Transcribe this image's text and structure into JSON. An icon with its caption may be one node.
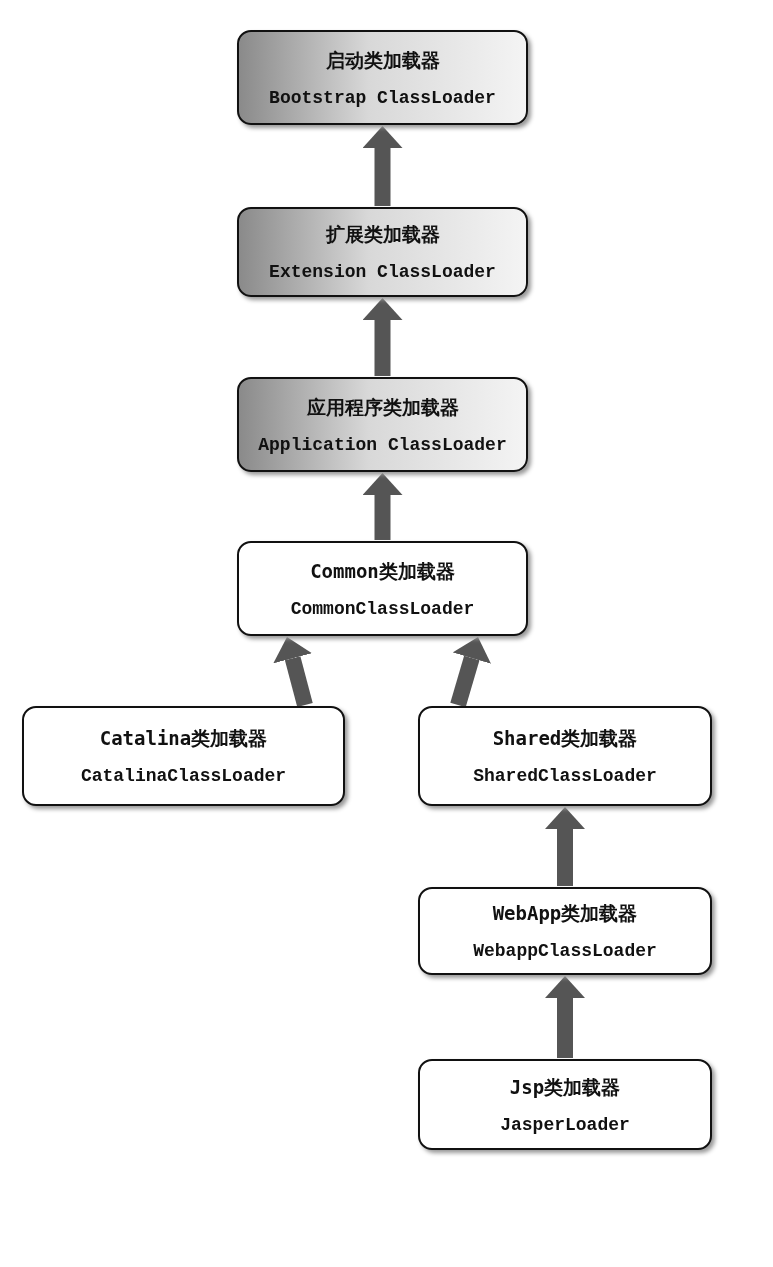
{
  "diagram": {
    "nodes": [
      {
        "text": [
          "启动类加载器",
          "Bootstrap ClassLoader"
        ]
      },
      {
        "text": [
          "扩展类加载器",
          "Extension ClassLoader"
        ]
      },
      {
        "text": [
          "应用程序类加载器",
          "Application ClassLoader"
        ]
      },
      {
        "text": [
          "Common类加载器",
          "CommonClassLoader"
        ]
      },
      {
        "text": [
          "Catalina类加载器",
          "CatalinaClassLoader"
        ]
      },
      {
        "text": [
          "Shared类加载器",
          "SharedClassLoader"
        ]
      },
      {
        "text": [
          "WebApp类加载器",
          "WebappClassLoader"
        ]
      },
      {
        "text": [
          "Jsp类加载器",
          "JasperLoader"
        ]
      }
    ],
    "edges": [
      {
        "from": 1,
        "to": 0,
        "arrow": "to"
      },
      {
        "from": 2,
        "to": 1,
        "arrow": "to"
      },
      {
        "from": 3,
        "to": 2,
        "arrow": "to"
      },
      {
        "from": 4,
        "to": 3,
        "arrow": "to"
      },
      {
        "from": 5,
        "to": 3,
        "arrow": "to"
      },
      {
        "from": 6,
        "to": 5,
        "arrow": "to"
      },
      {
        "from": 7,
        "to": 6,
        "arrow": "to"
      }
    ]
  }
}
